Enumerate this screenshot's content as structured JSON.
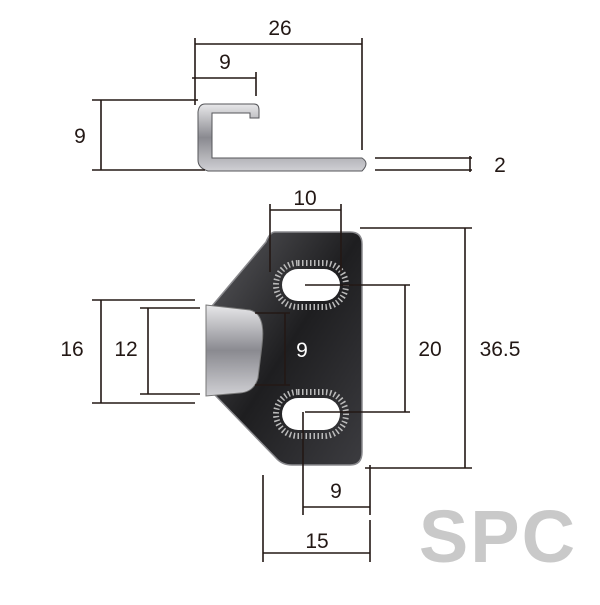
{
  "dimensions": {
    "top_width": "26",
    "hook_width": "9",
    "height_side": "9",
    "thickness": "2",
    "slot_width": "10",
    "tab_outer": "16",
    "tab_inner": "12",
    "tab_gap": "9",
    "slot_pitch": "20",
    "total_height": "36.5",
    "slot_offset": "9",
    "base_width": "15"
  },
  "watermark": "SPC",
  "colors": {
    "line": "#231815",
    "metal_dark": "#2a2a2c",
    "metal_light": "#c8c8cc",
    "watermark": "#c9c9c9"
  }
}
